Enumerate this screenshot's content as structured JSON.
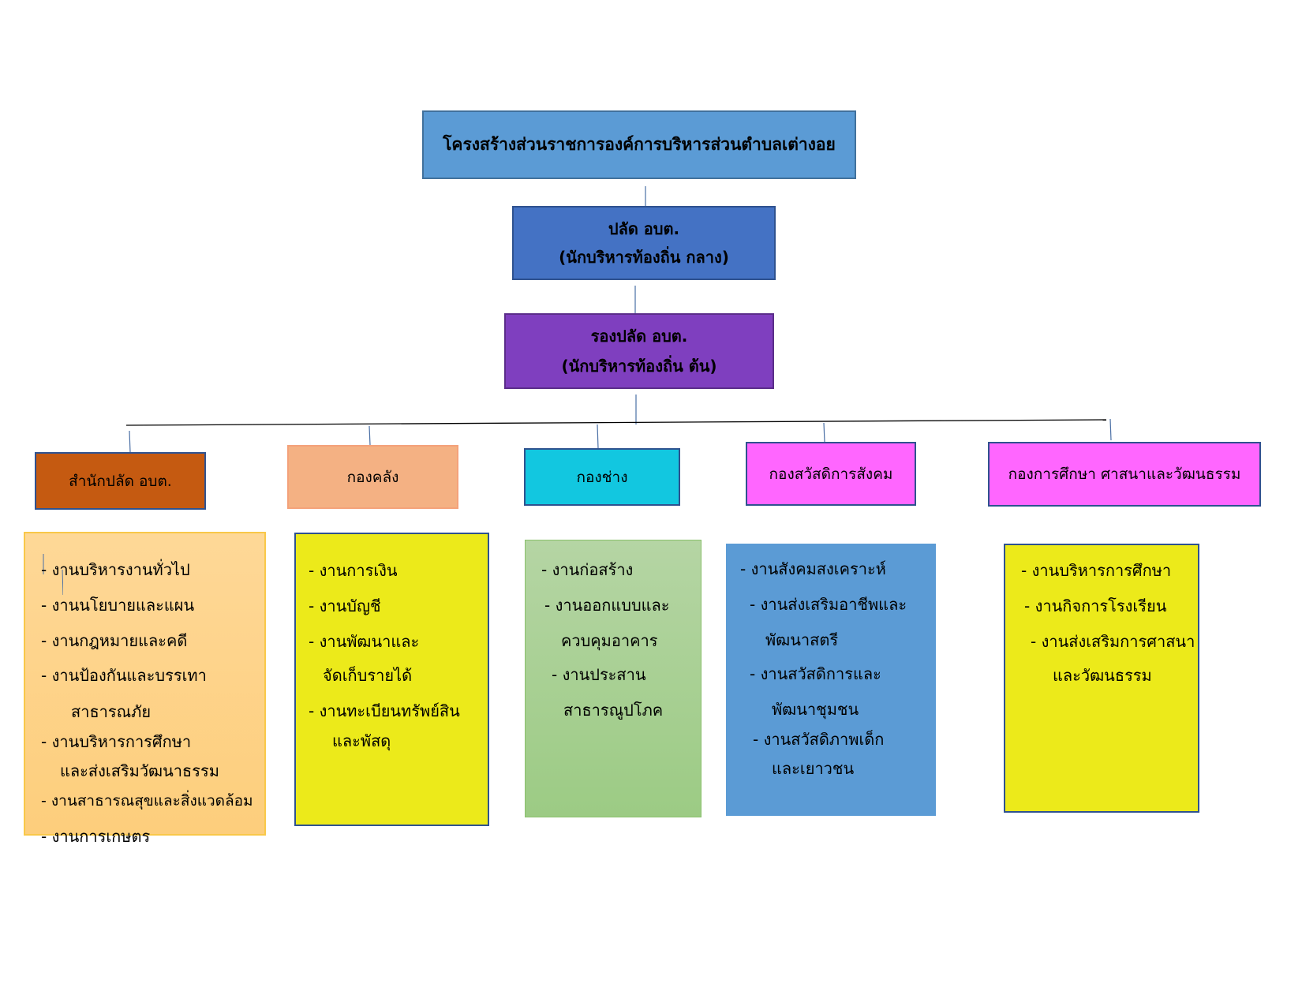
{
  "title": "โครงสร้างส่วนราชการองค์การบริหารส่วนตำบลเต่างอย",
  "clerk": {
    "line1": "ปลัด อบต.",
    "line2": "(นักบริหารท้องถิ่น กลาง)"
  },
  "deputy": {
    "line1": "รองปลัด อบต.",
    "line2": "(นักบริหารท้องถิ่น ต้น)"
  },
  "departments": {
    "office": {
      "name": "สำนักปลัด อบต.",
      "items": [
        "- งานบริหารงานทั่วไป",
        "-  งานนโยบายและแผน",
        "-  งานกฎหมายและคดี",
        "-   งานป้องกันและบรรเทา",
        "สาธารณภัย",
        "-  งานบริหารการศึกษา",
        "และส่งเสริมวัฒนาธรรม",
        "- งานสาธารณสุขและสิ่งแวดล้อม",
        "-  งานการเกษตร"
      ]
    },
    "treasury": {
      "name": "กองคลัง",
      "items": [
        "-  งานการเงิน",
        "- งานบัญชี",
        "-  งานพัฒนาและ",
        "จัดเก็บรายได้",
        "-  งานทะเบียนทรัพย์สิน",
        "และพัสดุ"
      ]
    },
    "works": {
      "name": "กองช่าง",
      "items": [
        "-  งานก่อสร้าง",
        "- งานออกแบบและ",
        "ควบคุมอาคาร",
        "- งานประสาน",
        "สาธารณูปโภค"
      ]
    },
    "welfare": {
      "name": "กองสวัสดิการสังคม",
      "items": [
        "- งานสังคมสงเคราะห์",
        "- งานส่งเสริมอาชีพและ",
        "พัฒนาสตรี",
        "-  งานสวัสดิการและ",
        "พัฒนาชุมชน",
        "-  งานสวัสดิภาพเด็ก",
        "และเยาวชน"
      ]
    },
    "education": {
      "name": "กองการศึกษา ศาสนาและวัฒนธรรม",
      "items": [
        "- งานบริหารการศึกษา",
        "- งานกิจการโรงเรียน",
        "- งานส่งเสริมการศาสนา",
        "และวัฒนธรรม"
      ]
    }
  }
}
